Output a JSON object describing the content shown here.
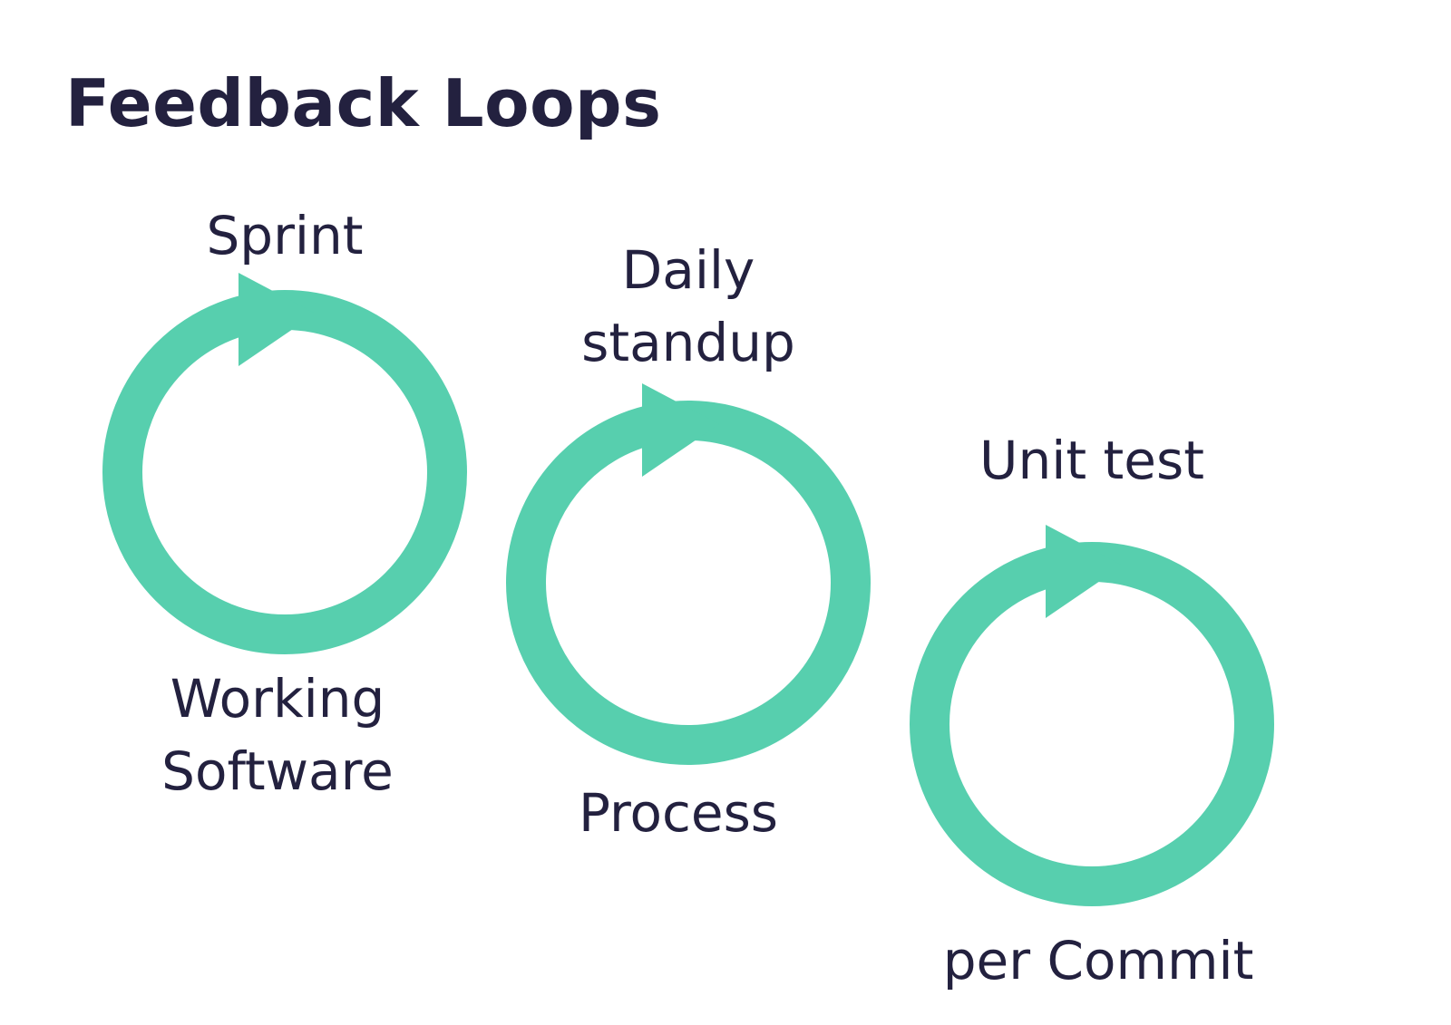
{
  "title": "Feedback Loops",
  "accent_color": "#57cfae",
  "text_color": "#23213f",
  "loops": [
    {
      "top_label": [
        "Sprint"
      ],
      "bottom_label": [
        "Working",
        "Software"
      ]
    },
    {
      "top_label": [
        "Daily",
        "standup"
      ],
      "bottom_label": [
        "Process"
      ]
    },
    {
      "top_label": [
        "Unit test"
      ],
      "bottom_label": [
        "per Commit"
      ]
    }
  ]
}
